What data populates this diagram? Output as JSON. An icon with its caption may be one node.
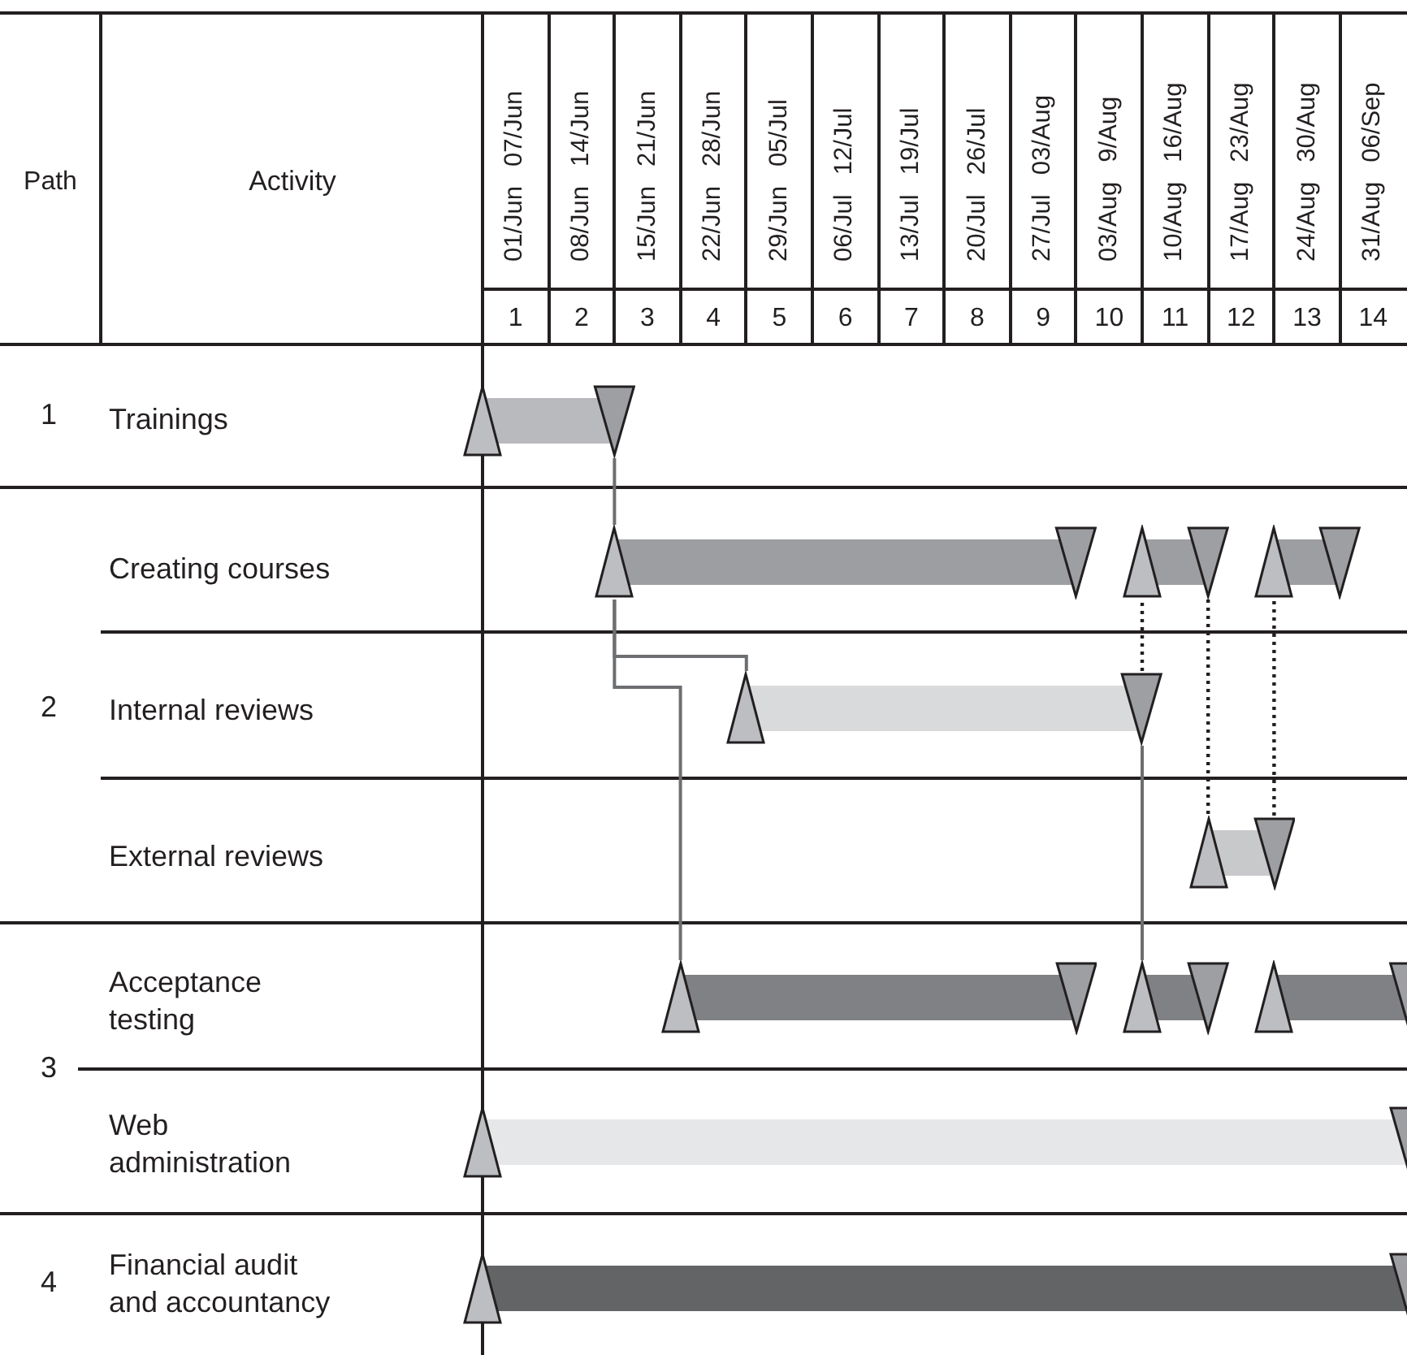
{
  "diagram": {
    "nodes": [
      {
        "text": [],
        "shape": "bar"
      },
      {
        "text": [],
        "shape": "bar"
      },
      {
        "text": [],
        "shape": "bar"
      },
      {
        "text": [],
        "shape": "bar"
      },
      {
        "text": [],
        "shape": "bar"
      },
      {
        "text": [],
        "shape": "bar"
      },
      {
        "text": [],
        "shape": "bar"
      },
      {
        "text": [],
        "shape": "bar"
      },
      {
        "text": [],
        "shape": "bar"
      },
      {
        "text": [],
        "shape": "bar"
      },
      {
        "text": [],
        "shape": "bar"
      }
    ],
    "edges": [
      {
        "from": 0,
        "to": 1,
        "arrow": "none"
      },
      {
        "from": 1,
        "to": 4,
        "arrow": "none"
      },
      {
        "from": 1,
        "to": 6,
        "arrow": "none"
      },
      {
        "from": 4,
        "to": 7,
        "arrow": "none"
      },
      {
        "from": 4,
        "to": 2,
        "arrow": "none",
        "style": "dashed",
        "color": "#231f20"
      },
      {
        "from": 2,
        "to": 5,
        "arrow": "none",
        "style": "dashed",
        "color": "#231f20"
      },
      {
        "from": 5,
        "to": 3,
        "arrow": "none",
        "style": "dashed",
        "color": "#231f20"
      }
    ],
    "labels": [
      "Path",
      "Activity",
      "01/Jun",
      "07/Jun",
      "08/Jun",
      "14/Jun",
      "15/Jun",
      "21/Jun",
      "22/Jun",
      "28/Jun",
      "29/Jun",
      "05/Jul",
      "06/Jul",
      "12/Jul",
      "13/Jul",
      "19/Jul",
      "20/Jul",
      "26/Jul",
      "27/Jul",
      "03/Aug",
      "03/Aug",
      "9/Aug",
      "10/Aug",
      "16/Aug",
      "17/Aug",
      "23/Aug",
      "24/Aug",
      "30/Aug",
      "31/Aug",
      "06/Sep",
      "1",
      "2",
      "3",
      "4",
      "5",
      "6",
      "7",
      "8",
      "9",
      "10",
      "11",
      "12",
      "13",
      "14",
      "1",
      "Trainings",
      "Creating courses",
      "2",
      "Internal reviews",
      "External reviews",
      "Acceptance testing",
      "3",
      "Web administration",
      "4",
      "Financial audit and accountancy"
    ]
  }
}
